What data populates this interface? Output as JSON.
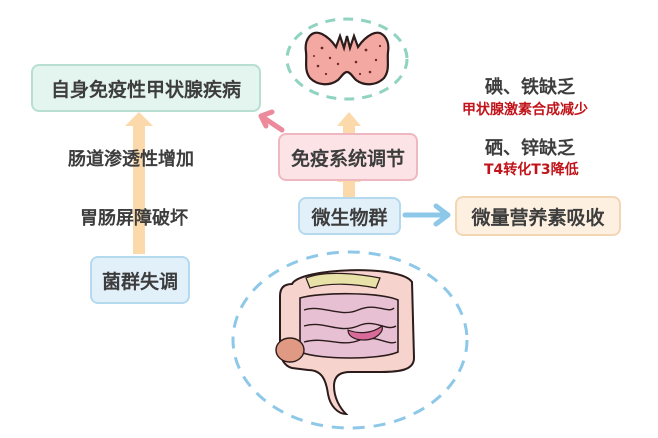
{
  "diagram": {
    "nodes": {
      "autoimmune_thyroid": "自身免疫性甲状腺疾病",
      "immune_regulation": "免疫系统调节",
      "microbiota": "微生物群",
      "micronutrient_absorption": "微量营养素吸收",
      "dysbiosis": "菌群失调"
    },
    "edge_labels": {
      "gut_permeability": "肠道渗透性增加",
      "barrier_damage": "胃肠屏障破坏"
    },
    "notes": [
      {
        "deficiency": "碘、铁缺乏",
        "effect": "甲状腺激素合成减少"
      },
      {
        "deficiency": "硒、锌缺乏",
        "effect": "T4转化T3降低"
      }
    ],
    "illustrations": {
      "thyroid": "thyroid-gland",
      "intestine": "intestine"
    },
    "colors": {
      "green_box": "#e4f4ee",
      "pink_box": "#fbe3e6",
      "blue_box": "#e2f0fa",
      "peach_box": "#fdf0e0",
      "peach_arrow": "#fcd9ab",
      "pink_arrow": "#ec8a9c",
      "blue_arrow": "#8ec8e8",
      "red_text": "#c0141a",
      "thyroid_ring": "#8fd3c0",
      "gut_ring": "#8ec8e8"
    }
  }
}
